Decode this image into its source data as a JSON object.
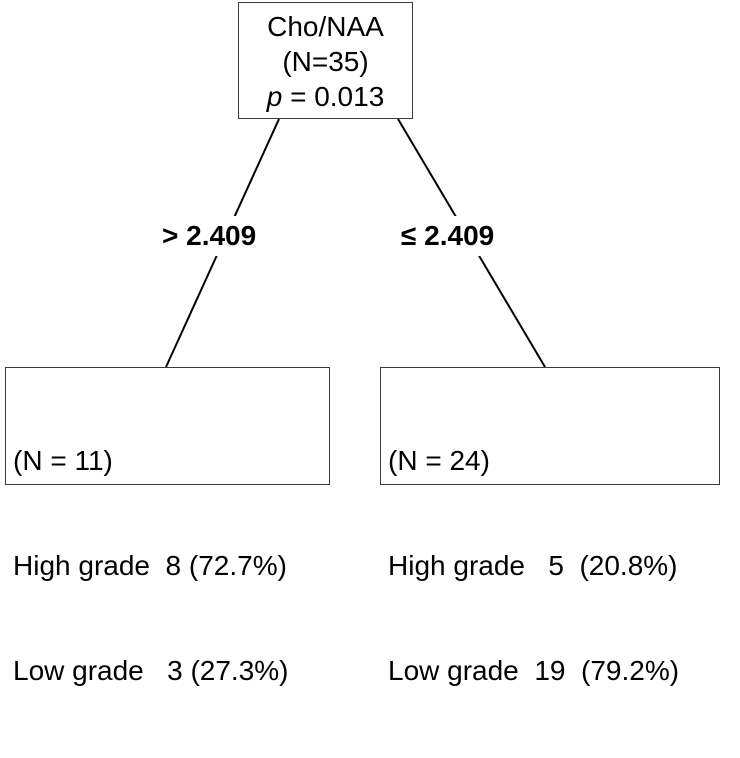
{
  "root": {
    "variable": "Cho/NAA",
    "n_label": "(N=35)",
    "p_symbol": "p",
    "p_value": " = 0.013"
  },
  "splits": {
    "left_label": "> 2.409",
    "right_label": "≤ 2.409"
  },
  "leaves": {
    "left": {
      "n_label": "(N = 11)",
      "high_row": "High grade  8 (72.7%)",
      "low_row": "Low grade   3 (27.3%)"
    },
    "right": {
      "n_label": "(N = 24)",
      "high_row": "High grade   5  (20.8%)",
      "low_row": "Low grade  19  (79.2%)"
    }
  },
  "colors": {
    "line": "#000000",
    "border": "#3a3a3a",
    "background": "#ffffff"
  }
}
